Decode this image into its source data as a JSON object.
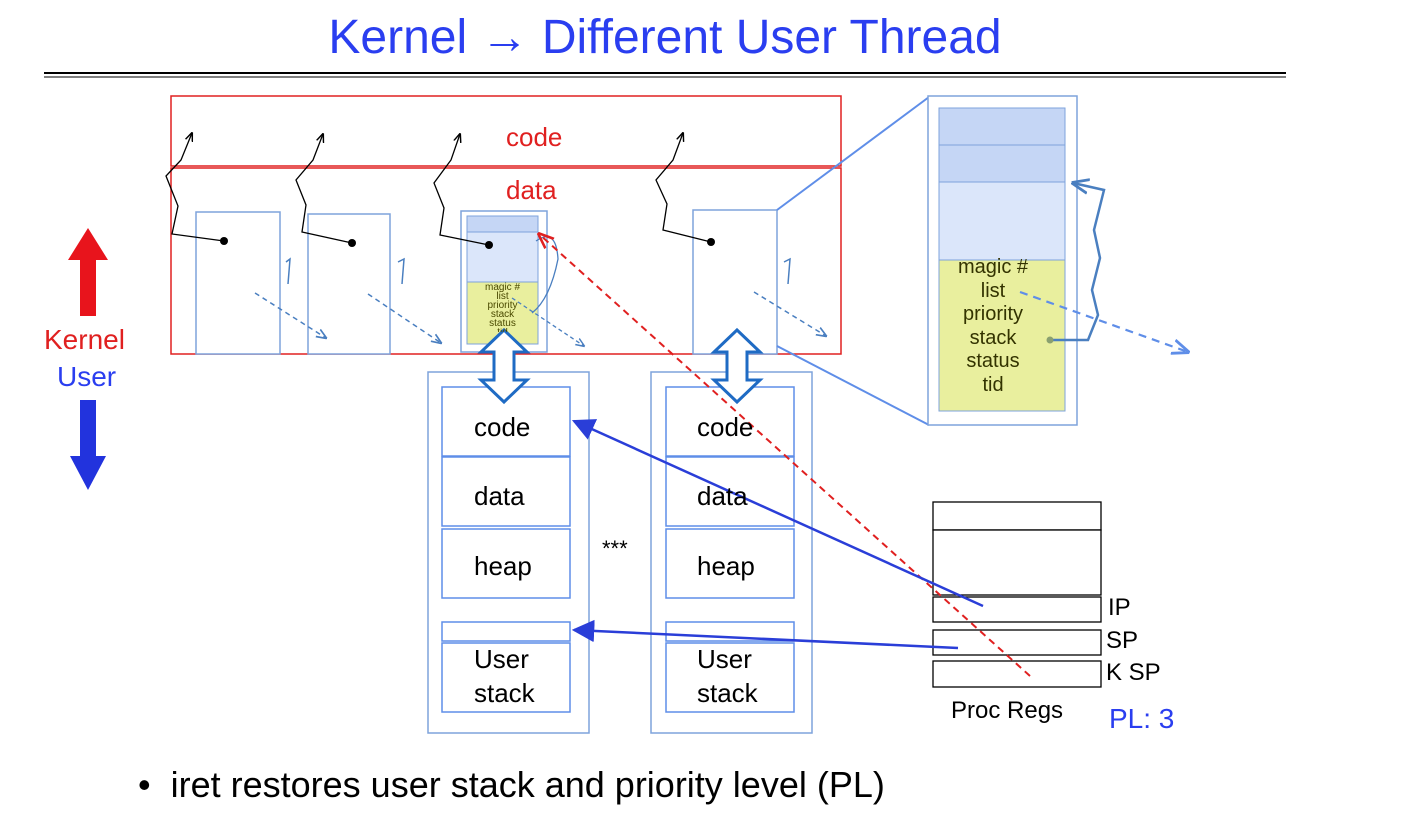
{
  "title": "Kernel →  Different User Thread",
  "kernel_region": {
    "code_label": "code",
    "data_label": "data"
  },
  "side_labels": {
    "kernel": "Kernel",
    "user": "User"
  },
  "tcb_small": {
    "fields": [
      "magic #",
      "list",
      "priority",
      "stack",
      "status",
      "tid"
    ]
  },
  "tcb_zoom": {
    "fields": [
      "magic #",
      "list",
      "priority",
      "stack",
      "status",
      "tid"
    ]
  },
  "user_process_1": {
    "segments": [
      "code",
      "data",
      "heap"
    ],
    "stack_line1": "User",
    "stack_line2": "stack"
  },
  "user_process_2": {
    "segments": [
      "code",
      "data",
      "heap"
    ],
    "stack_line1": "User",
    "stack_line2": "stack"
  },
  "ellipsis": "***",
  "proc_regs": {
    "ip": "IP",
    "sp": "SP",
    "ksp": "K SP",
    "caption": "Proc Regs",
    "pl": "PL: 3"
  },
  "bullet": "iret restores user stack and priority level (PL)",
  "colors": {
    "title": "#2a3ef0",
    "kernel_red": "#e02020",
    "user_blue": "#2a3ef0",
    "box_blue": "#6f9be6",
    "tcb_fill_top": "#c5d6f5",
    "tcb_fill_mid": "#dbe6fa",
    "tcb_fill_yellow": "#e9ef9e"
  }
}
